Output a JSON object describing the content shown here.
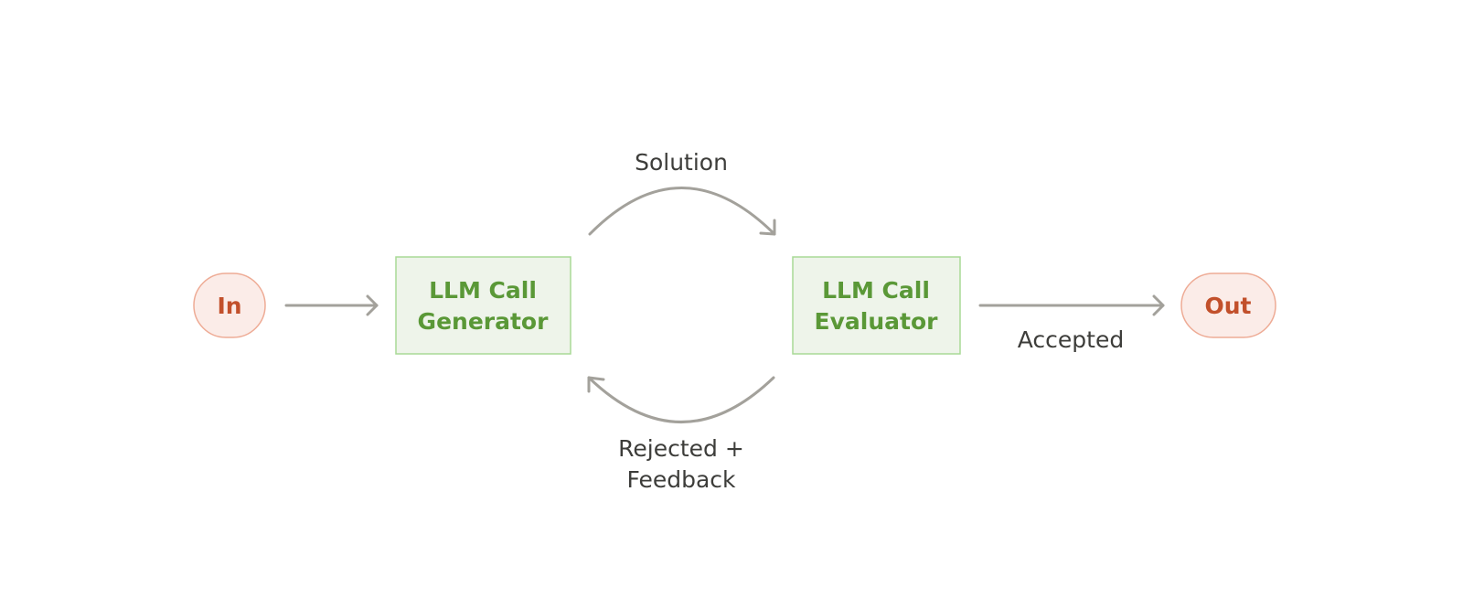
{
  "nodes": {
    "input": {
      "label": "In"
    },
    "generator": {
      "line1": "LLM Call",
      "line2": "Generator"
    },
    "evaluator": {
      "line1": "LLM Call",
      "line2": "Evaluator"
    },
    "output": {
      "label": "Out"
    }
  },
  "edges": {
    "solution": {
      "label": "Solution"
    },
    "accepted": {
      "label": "Accepted"
    },
    "rejected": {
      "line1": "Rejected +",
      "line2": "Feedback"
    }
  },
  "colors": {
    "terminal_fill": "#fbece8",
    "terminal_stroke": "#eeab95",
    "terminal_text": "#c2502b",
    "llm_fill": "#eef4ea",
    "llm_stroke": "#a8da96",
    "llm_text": "#5a9837",
    "arrow": "#a3a19b",
    "label_text": "#3d3d3a"
  }
}
